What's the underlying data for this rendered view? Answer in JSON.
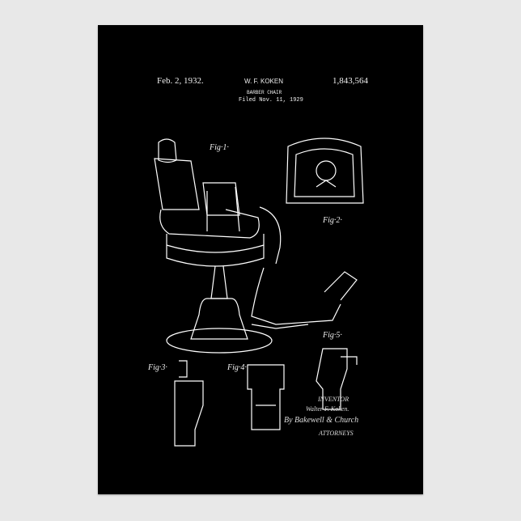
{
  "header": {
    "date": "Feb. 2, 1932.",
    "inventor_name": "W. F. KOKEN",
    "title": "BARBER CHAIR",
    "filed": "Filed Nov. 11, 1929",
    "patent_number": "1,843,564"
  },
  "figures": {
    "fig1": "Fig·1·",
    "fig2": "Fig·2·",
    "fig3": "Fig·3·",
    "fig4": "Fig·4·",
    "fig5": "Fig·5·"
  },
  "signature": {
    "inventor_label": "INVENTOR",
    "inventor": "Walter F. Koken.",
    "attorneys_by": "By Bakewell & Church",
    "attorneys_label": "ATTORNEYS"
  },
  "colors": {
    "poster": "#000000",
    "ink": "#ffffff",
    "background": "#e8e8e8"
  }
}
